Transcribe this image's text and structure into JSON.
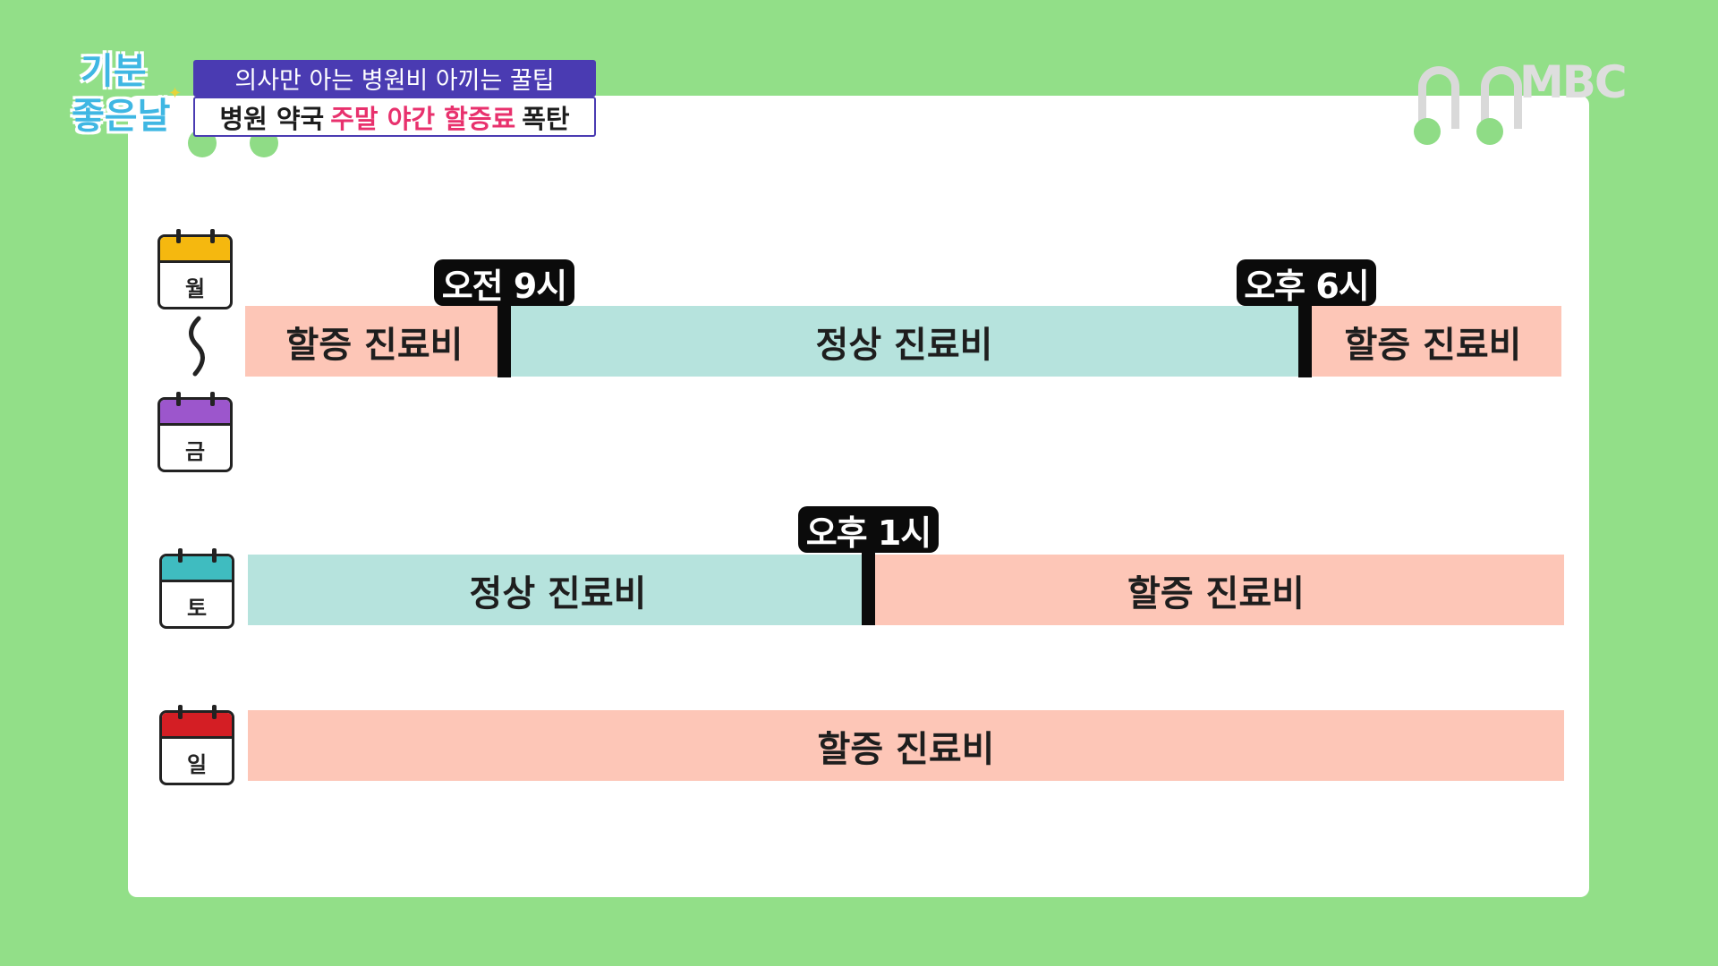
{
  "show": {
    "logo_line1": "기분",
    "logo_line2": "좋은날"
  },
  "caption": {
    "top": "의사만 아는 병원비 아끼는 꿀팁",
    "bottom_part1": "병원 약국",
    "bottom_highlight": "주말 야간 할증료",
    "bottom_part2": "폭탄",
    "highlight_color": "#e8316d"
  },
  "channel_logo": "MBC",
  "calendars": [
    {
      "day": "월",
      "color": "#f5b80f"
    },
    {
      "day": "금",
      "color": "#9c56cc"
    },
    {
      "day": "토",
      "color": "#3fbcc0"
    },
    {
      "day": "일",
      "color": "#d41e24"
    }
  ],
  "rows": {
    "weekday": {
      "markers": [
        "오전 9시",
        "오후 6시"
      ],
      "segments": [
        {
          "label": "할증 진료비",
          "type": "extra"
        },
        {
          "label": "정상 진료비",
          "type": "normal"
        },
        {
          "label": "할증 진료비",
          "type": "extra"
        }
      ]
    },
    "saturday": {
      "markers": [
        "오후 1시"
      ],
      "segments": [
        {
          "label": "정상 진료비",
          "type": "normal"
        },
        {
          "label": "할증 진료비",
          "type": "extra"
        }
      ]
    },
    "sunday": {
      "segments": [
        {
          "label": "할증 진료비",
          "type": "extra"
        }
      ]
    }
  },
  "colors": {
    "extra": "#fdc6b7",
    "normal": "#b6e3dd",
    "background": "#92df88"
  }
}
